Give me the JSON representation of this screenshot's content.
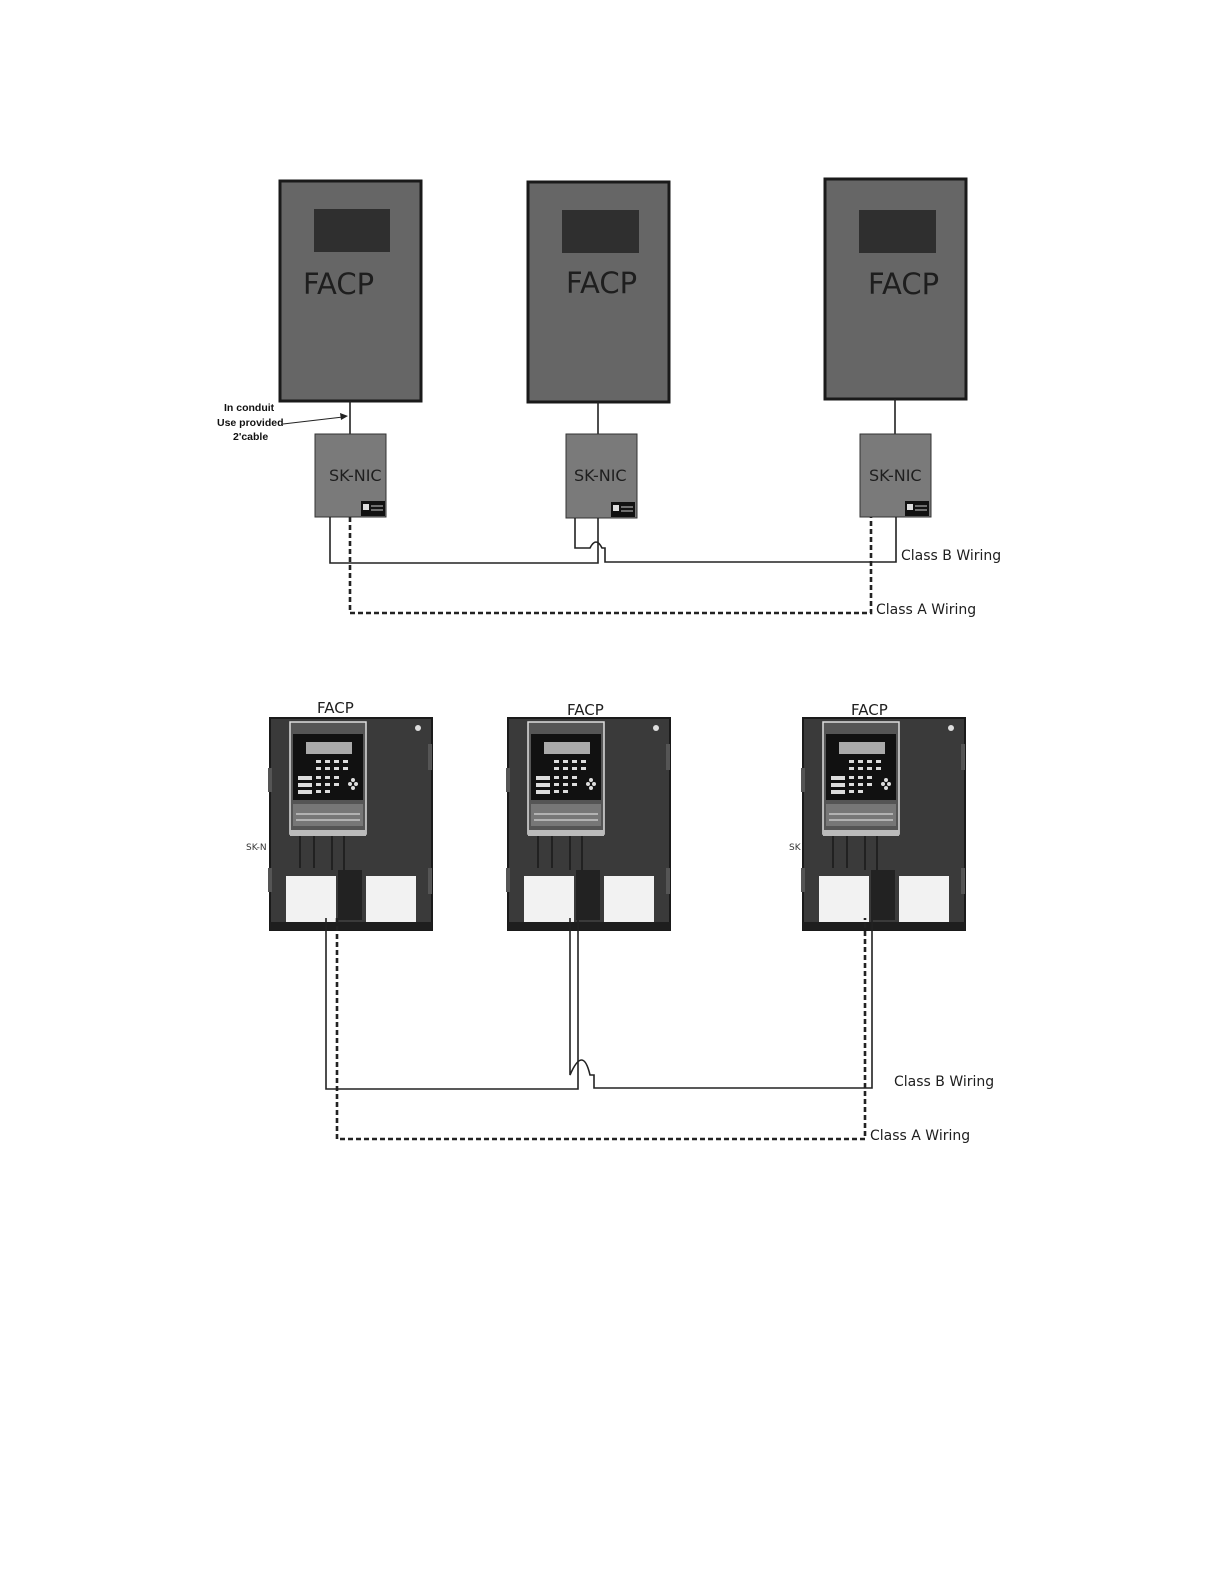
{
  "diagram_top": {
    "panels": [
      {
        "label": "FACP",
        "nic_label": "SK-NIC"
      },
      {
        "label": "FACP",
        "nic_label": "SK-NIC"
      },
      {
        "label": "FACP",
        "nic_label": "SK-NIC"
      }
    ],
    "note_lines": [
      "In conduit",
      "Use provided",
      "2'cable"
    ],
    "class_b_label": "Class B Wiring",
    "class_a_label": "Class A Wiring"
  },
  "diagram_bottom": {
    "panels": [
      {
        "label": "FACP",
        "edge_label": "SK-N"
      },
      {
        "label": "FACP",
        "edge_label": ""
      },
      {
        "label": "FACP",
        "edge_label": "SK"
      }
    ],
    "class_b_label": "Class B Wiring",
    "class_a_label": "Class A Wiring"
  },
  "colors": {
    "panel_fill": "#666666",
    "panel_border": "#1a1a1a",
    "screen_fill": "#2f2f2f",
    "nic_fill": "#7a7a7a",
    "cabinet_fill": "#3a3a3a",
    "wire": "#222222"
  }
}
